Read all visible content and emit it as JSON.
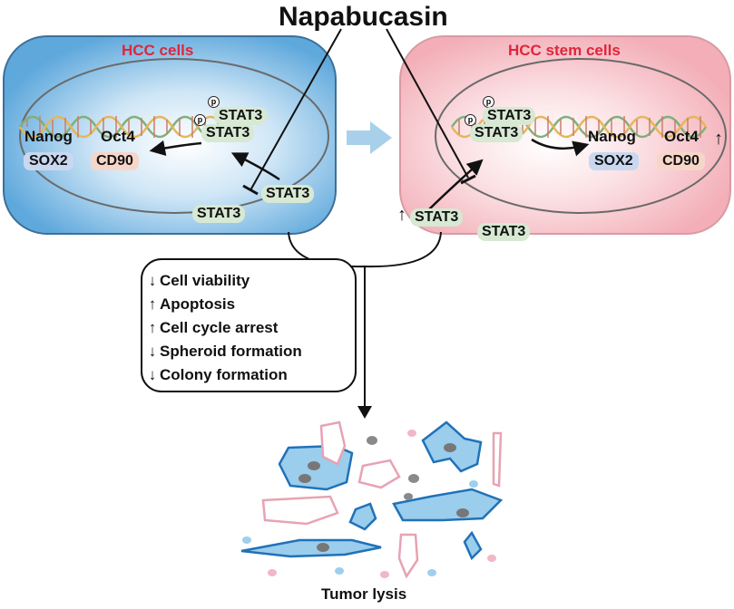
{
  "title": "Napabucasin",
  "left_cell": {
    "title": "HCC cells",
    "genes": [
      "Nanog",
      "Oct4",
      "SOX2",
      "CD90"
    ],
    "stat3_labels": [
      "STAT3",
      "STAT3",
      "STAT3",
      "STAT3"
    ],
    "phospho_mark": "p"
  },
  "right_cell": {
    "title": "HCC stem cells",
    "genes": [
      "Nanog",
      "Oct4",
      "SOX2",
      "CD90"
    ],
    "stat3_labels": [
      "STAT3",
      "STAT3",
      "STAT3",
      "STAT3"
    ],
    "phospho_mark": "p",
    "up_arrow": "↑"
  },
  "effects": [
    {
      "arrow": "↓",
      "label": "Cell viability"
    },
    {
      "arrow": "↑",
      "label": "Apoptosis"
    },
    {
      "arrow": "↑",
      "label": "Cell cycle arrest"
    },
    {
      "arrow": "↓",
      "label": "Spheroid formation"
    },
    {
      "arrow": "↓",
      "label": "Colony formation"
    }
  ],
  "outcome": "Tumor lysis",
  "colors": {
    "hcc_cell_fill": "#8ec4e8",
    "stem_cell_fill": "#f8c6cb",
    "title_red": "#e0253a",
    "stat3_green": "#d7e8d3",
    "transition_arrow": "#a9d0ea"
  }
}
